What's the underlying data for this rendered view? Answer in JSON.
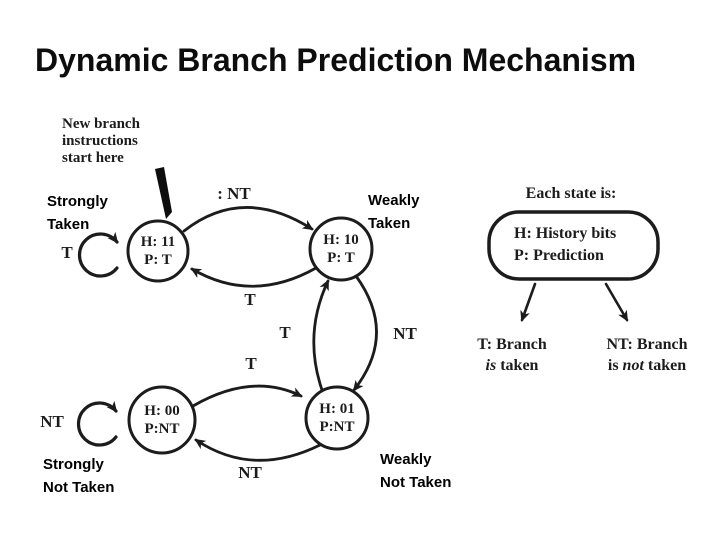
{
  "title": "Dynamic Branch Prediction Mechanism",
  "start_note": {
    "line1": "New branch",
    "line2": "instructions",
    "line3": "start here"
  },
  "states": {
    "strongly_taken": {
      "history": "H: 11",
      "prediction": "P: T",
      "name_line1": "Strongly",
      "name_line2": "Taken"
    },
    "weakly_taken": {
      "history": "H: 10",
      "prediction": "P: T",
      "name_line1": "Weakly",
      "name_line2": "Taken"
    },
    "strongly_not_taken": {
      "history": "H: 00",
      "prediction": "P:NT",
      "name_line1": "Strongly",
      "name_line2": "Not Taken"
    },
    "weakly_not_taken": {
      "history": "H: 01",
      "prediction": "P:NT",
      "name_line1": "Weakly",
      "name_line2": "Not Taken"
    }
  },
  "transitions": {
    "st_to_wt": ": NT",
    "wt_to_st": "T",
    "wnt_to_wt": "T",
    "wt_to_wnt": "NT",
    "snt_to_wnt": "T",
    "wnt_to_snt": "NT",
    "st_self": "T",
    "snt_self": "NT"
  },
  "legend": {
    "heading": "Each state is:",
    "box_line1": "H: History bits",
    "box_line2": "P: Prediction",
    "taken": {
      "line1": "T: Branch",
      "italic": "is",
      "rest": " taken"
    },
    "not_taken": {
      "line1": "NT: Branch",
      "pre": "is ",
      "italic": "not",
      "rest": " taken"
    }
  },
  "colors": {
    "background": "#ffffff",
    "ink": "#1c1c1c",
    "title": "#0d0d0d"
  }
}
